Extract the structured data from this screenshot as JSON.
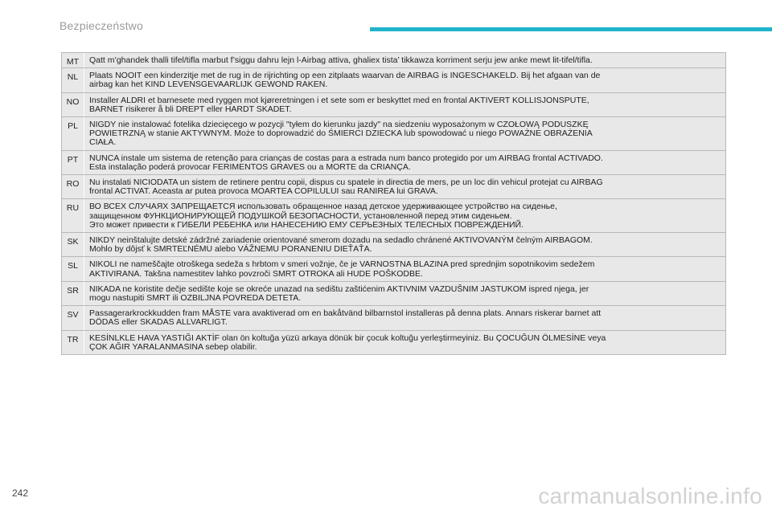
{
  "header": {
    "section_title": "Bezpieczeństwo",
    "accent_color": "#1fb3cc"
  },
  "rows": [
    {
      "code": "MT",
      "text": "Qatt m’ghandek thalli tifel/tifla marbut f’siggu dahru lejn l-Airbag attiva, ghaliex tista’ tikkawza korriment serju jew anke mewt lit-tifel/tifla."
    },
    {
      "code": "NL",
      "text": "Plaats NOOIT een kinderzitje met de rug in de rijrichting op een zitplaats waarvan de AIRBAG is INGESCHAKELD. Bij het afgaan van de\nairbag kan het KIND LEVENSGEVAARLIJK GEWOND RAKEN."
    },
    {
      "code": "NO",
      "text": "Installer ALDRI et barnesete med ryggen mot kjøreretningen i et sete som er beskyttet med en frontal AKTIVERT KOLLISJONSPUTE,\nBARNET risikerer å bli DREPT eller HARDT SKADET."
    },
    {
      "code": "PL",
      "text": "NIGDY nie instalować fotelika dziecięcego w pozycji \"tyłem do kierunku jazdy\" na siedzeniu wyposażonym w CZOŁOWĄ PODUSZKĘ\nPOWIETRZNĄ w stanie AKTYWNYM. Może to doprowadzić do ŚMIERCI DZIECKA lub spowodować u niego POWAŻNE OBRAŻENIA\nCIAŁA."
    },
    {
      "code": "PT",
      "text": "NUNCA instale um sistema de retenção para crianças de costas para a estrada num banco protegido por um AIRBAG frontal ACTIVADO.\nEsta instalação poderá provocar FERIMENTOS GRAVES ou a MORTE da CRIANÇA."
    },
    {
      "code": "RO",
      "text": "Nu instalati NICIODATA un sistem de retinere pentru copii, dispus cu spatele in directia de mers, pe un loc din vehicul protejat cu AIRBAG\nfrontal ACTIVAT. Aceasta ar putea provoca MOARTEA COPILULUI sau RANIREA lui GRAVA."
    },
    {
      "code": "RU",
      "text": "ВО ВСЕХ СЛУЧАЯХ ЗАПРЕЩАЕТСЯ использовать обращенное назад детское удерживающее устройство на сиденье,\nзащищенном ФУНКЦИОНИРУЮЩЕЙ ПОДУШКОЙ БЕЗОПАСНОСТИ, установленной перед этим сиденьем.\nЭто может привести к ГИБЕЛИ РЕБЕНКА или НАНЕСЕНИЮ ЕМУ СЕРЬЕЗНЫХ ТЕЛЕСНЫХ ПОВРЕЖДЕНИЙ."
    },
    {
      "code": "SK",
      "text": "NIKDY neinštalujte detské zádržné zariadenie orientované smerom dozadu na sedadlo chránené AKTIVOVANÝM čelným AIRBAGOM.\nMohlo by dôjsť k SMRTEĽNÉMU alebo VÁŽNEMU PORANENIU DIEŤAŤA."
    },
    {
      "code": "SL",
      "text": "NIKOLI ne nameščajte otroškega sedeža s hrbtom v smeri vožnje, če je VARNOSTNA BLAZINA pred sprednjim sopotnikovim sedežem\nAKTIVIRANA. Takšna namestitev lahko povzroči SMRT OTROKA ali HUDE POŠKODBE."
    },
    {
      "code": "SR",
      "text": "NIKADA ne koristite dečje sedište koje se okreće unazad na sedištu zaštićenim AKTIVNIM VAZDUŠNIM JASTUKOM ispred njega, jer\nmogu nastupiti SMRT ili OZBILJNA POVREDA DETETA."
    },
    {
      "code": "SV",
      "text": "Passagerarkrockkudden fram MÅSTE vara avaktiverad om en bakåtvänd bilbarnstol installeras på denna plats. Annars riskerar barnet att\nDÖDAS eller SKADAS ALLVARLIGT."
    },
    {
      "code": "TR",
      "text": "KESİNLKLE HAVA YASTIĞI AKTİF olan ön koltuğa yüzü arkaya dönük bir çocuk koltuğu yerleştirmeyiniz. Bu ÇOCUĞUN ÖLMESİNE veya\nÇOK AĞIR YARALANMASINA sebep olabilir."
    }
  ],
  "footer": {
    "page_number": "242",
    "watermark": "carmanualsonline.info"
  }
}
